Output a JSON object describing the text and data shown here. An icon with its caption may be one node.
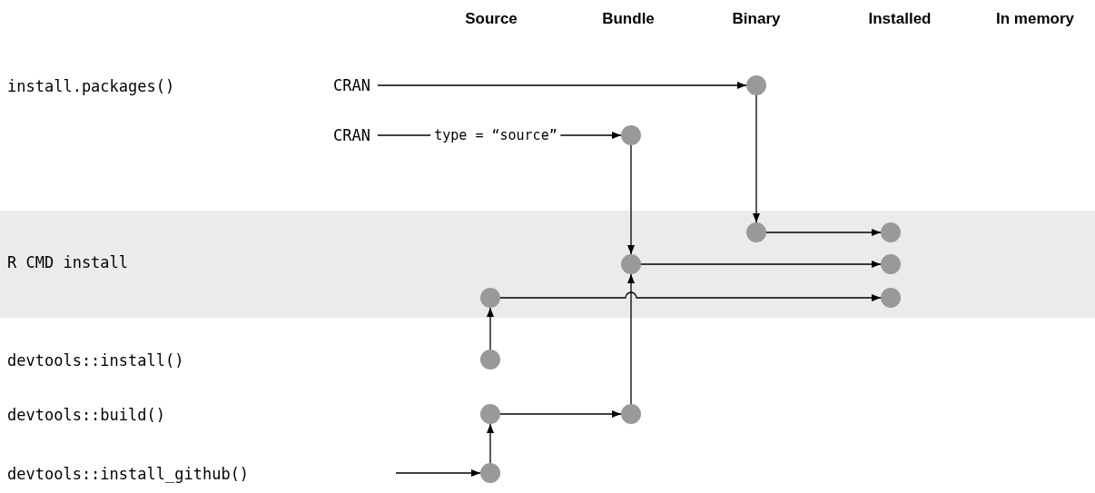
{
  "diagram": {
    "nodes": [
      {
        "text": [
          "CRAN"
        ]
      },
      {
        "text": [],
        "shape": "circle"
      },
      {
        "text": [
          "CRAN"
        ]
      },
      {
        "text": [],
        "shape": "circle"
      },
      {
        "text": [
          "R CMD install"
        ]
      },
      {
        "text": [],
        "shape": "circle",
        "in": 4
      },
      {
        "text": [],
        "shape": "circle",
        "in": 4
      },
      {
        "text": [],
        "shape": "circle",
        "in": 4
      },
      {
        "text": [],
        "shape": "circle",
        "in": 4
      },
      {
        "text": [],
        "shape": "circle",
        "in": 4
      },
      {
        "text": [],
        "shape": "circle",
        "in": 4
      },
      {
        "text": [],
        "shape": "circle"
      },
      {
        "text": [],
        "shape": "circle"
      },
      {
        "text": [],
        "shape": "circle"
      },
      {
        "text": [],
        "shape": "circle"
      }
    ],
    "edges": [
      {
        "from": 0,
        "to": 1,
        "arrow": "to"
      },
      {
        "from": 2,
        "to": 3,
        "arrow": "to",
        "label": "type = “source”"
      },
      {
        "from": 1,
        "to": 5,
        "arrow": "to"
      },
      {
        "from": 5,
        "to": 6,
        "arrow": "to"
      },
      {
        "from": 3,
        "to": 7,
        "arrow": "to"
      },
      {
        "from": 7,
        "to": 8,
        "arrow": "to"
      },
      {
        "from": 9,
        "to": 10,
        "arrow": "to"
      },
      {
        "from": 11,
        "to": 9,
        "arrow": "to"
      },
      {
        "from": 12,
        "to": 13,
        "arrow": "to"
      },
      {
        "from": 13,
        "to": 7,
        "arrow": "to"
      },
      {
        "from": 14,
        "to": 12,
        "arrow": "to"
      },
      {
        "from": null,
        "to": 14,
        "arrow": "to"
      }
    ],
    "labels": [
      "Source",
      "Bundle",
      "Binary",
      "Installed",
      "In memory",
      "install.packages()",
      "devtools::install()",
      "devtools::build()",
      "devtools::install_github()"
    ]
  }
}
